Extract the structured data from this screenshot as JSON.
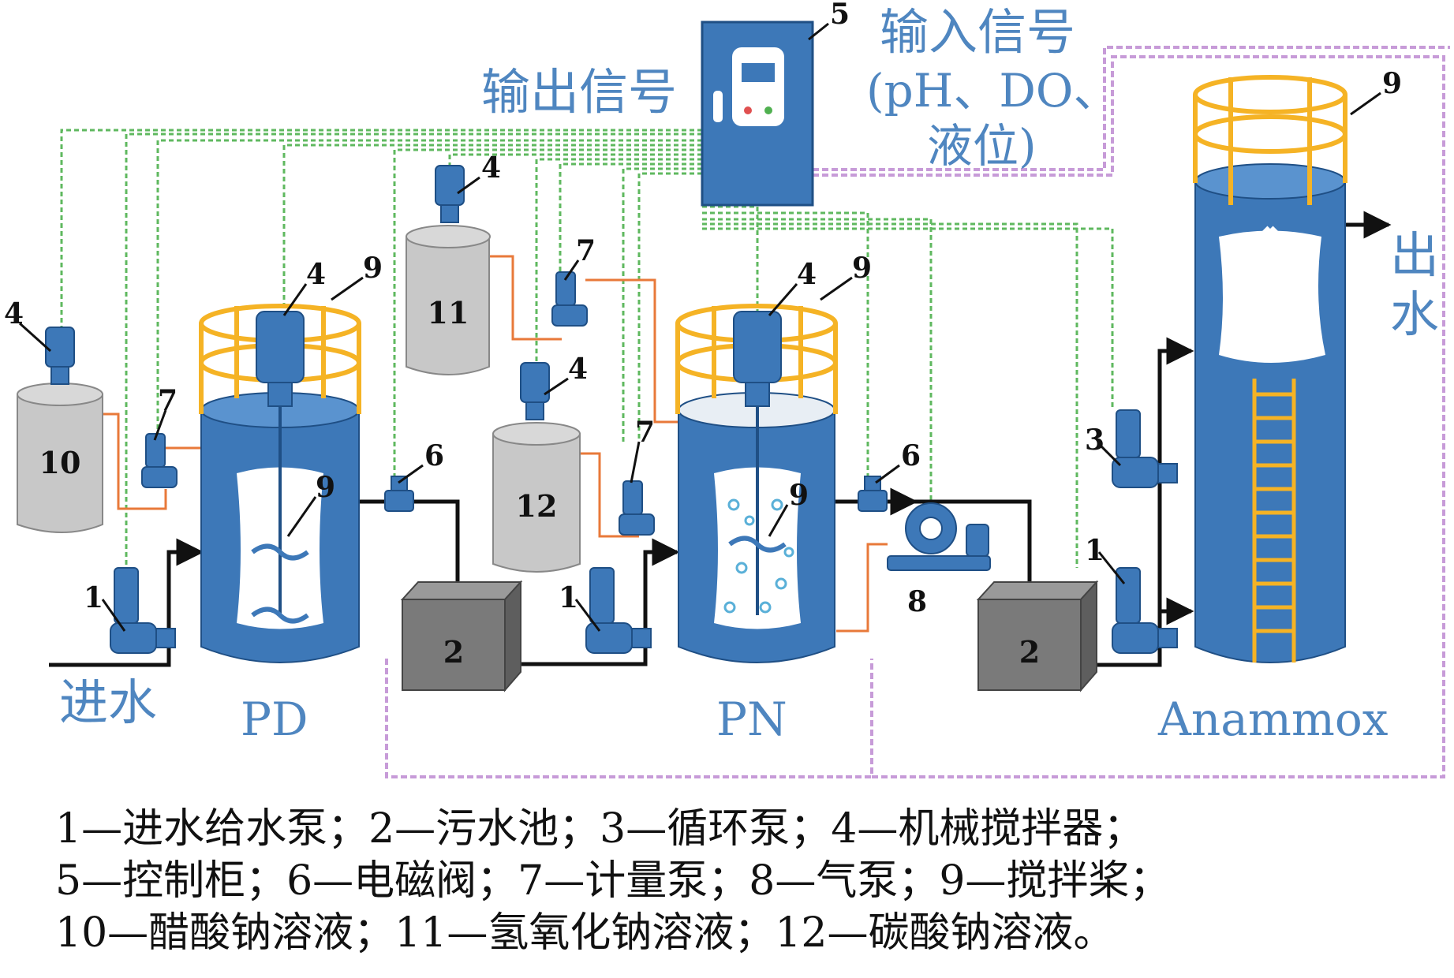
{
  "labels": {
    "input_signal": "输入信号",
    "input_signal_detail_1": "(pH、DO、",
    "input_signal_detail_2": "液位)",
    "output_signal": "输出信号",
    "water_in": "进水",
    "water_out_1": "出",
    "water_out_2": "水",
    "reactor_pd": "PD",
    "reactor_pn": "PN",
    "reactor_anammox": "Anammox"
  },
  "component_numbers": {
    "feed_pump": "1",
    "sewage_tank": "2",
    "circulation_pump": "3",
    "mixer": "4",
    "control_cabinet": "5",
    "solenoid_valve": "6",
    "metering_pump": "7",
    "air_pump": "8",
    "stirring_paddle": "9",
    "tank_sodium_acetate": "10",
    "tank_sodium_hydroxide": "11",
    "tank_sodium_carbonate": "12"
  },
  "legend": [
    "1—进水给水泵；2—污水池；3—循环泵；4—机械搅拌器；",
    "5—控制柜；6—电磁阀；7—计量泵；8—气泵；9—搅拌桨；",
    "10—醋酸钠溶液；11—氢氧化钠溶液；12—碳酸钠溶液。"
  ],
  "colors": {
    "reactor_blue": "#3d78b8",
    "rail_yellow": "#f5b325",
    "tank_gray": "#c8c8c8",
    "signal_green": "#5fb85f",
    "signal_purple": "#c79bd8",
    "dosing_orange": "#e8793a",
    "label_blue": "#4f86c0"
  }
}
